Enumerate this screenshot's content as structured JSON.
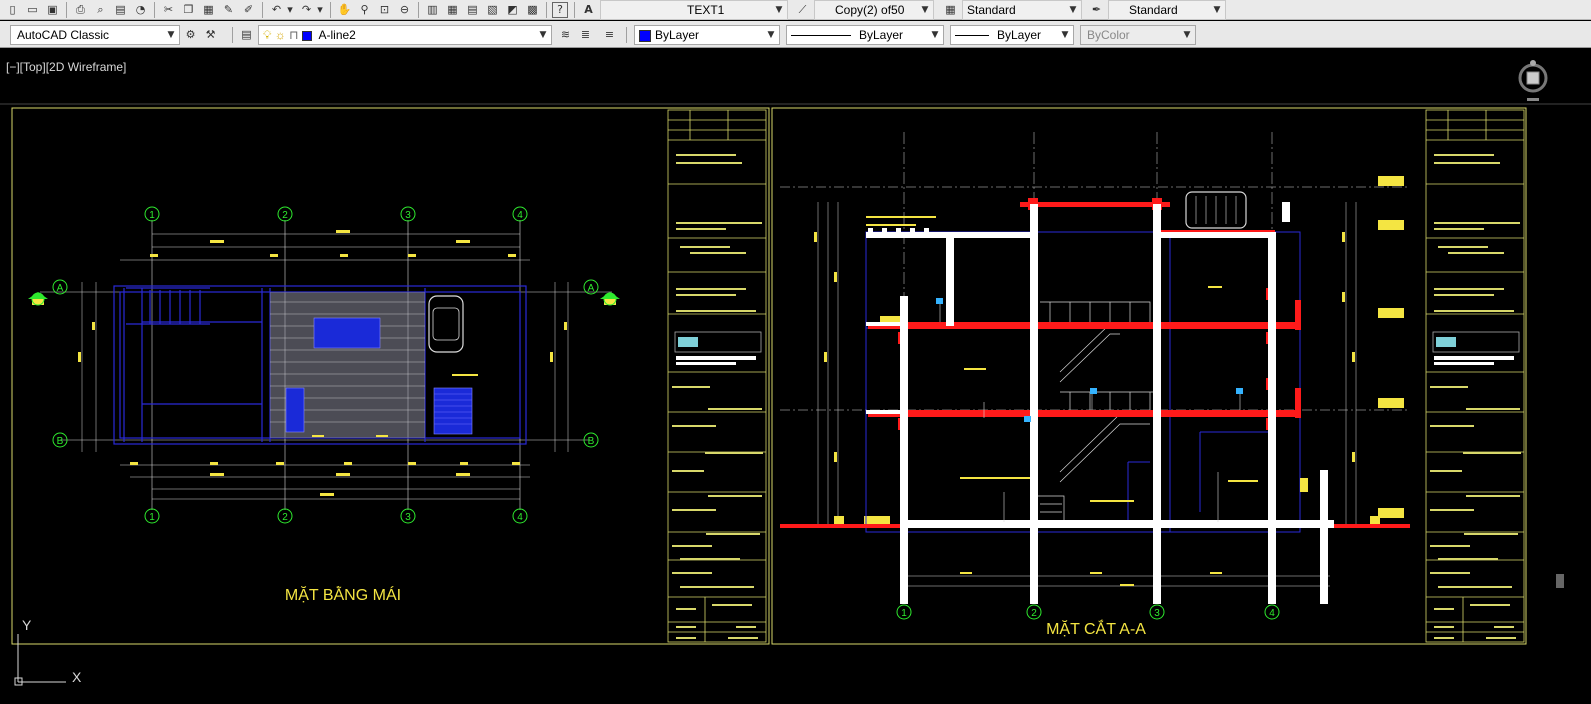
{
  "toolbar_standard": {
    "icons": [
      "new-icon",
      "open-icon",
      "save-icon",
      "plot-icon",
      "plot-preview-icon",
      "publish-icon",
      "3d-print-icon",
      "cut-icon",
      "copy-icon",
      "paste-icon",
      "match-properties-icon",
      "block-editor-icon",
      "undo-icon",
      "redo-icon",
      "pan-icon",
      "zoom-realtime-icon",
      "zoom-window-icon",
      "zoom-previous-icon",
      "properties-icon",
      "design-center-icon",
      "tool-palettes-icon",
      "sheet-set-icon",
      "markup-icon",
      "quickcalc-icon",
      "help-icon"
    ],
    "text_style_value": "TEXT1",
    "dim_style_value": "Copy(2) of50",
    "table_style_value": "Standard",
    "multileader_style_value": "Standard"
  },
  "toolbar_workspace": {
    "workspace_value": "AutoCAD Classic",
    "layer_value": "A-line2",
    "color_value": "ByLayer",
    "linetype_value": "ByLayer",
    "lineweight_value": "ByLayer",
    "plotstyle_value": "ByColor"
  },
  "viewport": {
    "label": "[−][Top][2D Wireframe]"
  },
  "drawing": {
    "left_title": "MẶT BẰNG MÁI",
    "right_title": "MẶT CẮT A-A",
    "grid_numbers": [
      "1",
      "2",
      "3",
      "4"
    ],
    "grid_letters": [
      "A",
      "B"
    ],
    "ucs_y": "Y",
    "ucs_x": "X"
  },
  "colors": {
    "background": "#000000",
    "frame": "#d8d86a",
    "structure": "#2a2ad8",
    "wall": "#ffffff",
    "slab": "#ff1a1a",
    "grid": "#2eea2e",
    "dim": "#d8d8d8",
    "text": "#f4e542"
  }
}
